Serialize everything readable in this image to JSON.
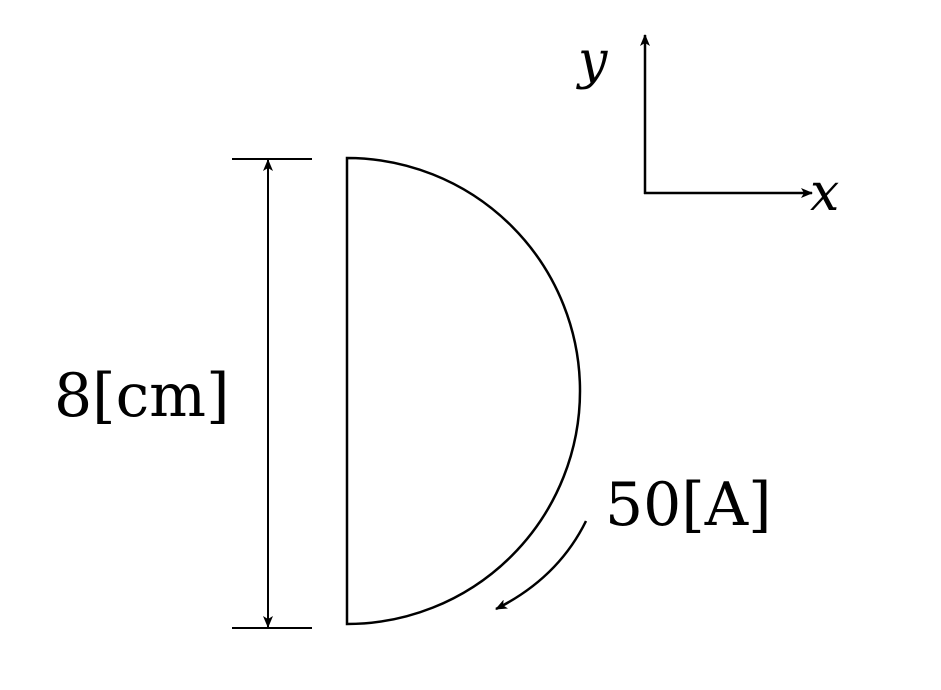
{
  "labels": {
    "diameter": "8[cm]",
    "current": "50[A]",
    "axis_x": "x",
    "axis_y": "y"
  },
  "colors": {
    "stroke": "#000000",
    "background": "#ffffff"
  }
}
